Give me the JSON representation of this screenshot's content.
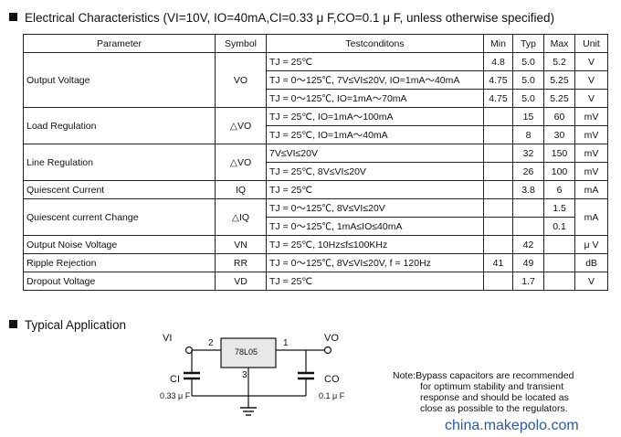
{
  "section1": {
    "title": "Electrical Characteristics (VI=10V, IO=40mA,CI=0.33 μ F,CO=0.1 μ F, unless otherwise specified)"
  },
  "table": {
    "headers": [
      "Parameter",
      "Symbol",
      "Testconditons",
      "Min",
      "Typ",
      "Max",
      "Unit"
    ],
    "groups": [
      {
        "param": "Output Voltage",
        "symbol": "VO",
        "unit": null,
        "rows": [
          {
            "cond": "TJ = 25℃",
            "min": "4.8",
            "typ": "5.0",
            "max": "5.2",
            "unit": "V"
          },
          {
            "cond": "TJ = 0～125℃, 7V≤VI≤20V, IO=1mA～40mA",
            "min": "4.75",
            "typ": "5.0",
            "max": "5.25",
            "unit": "V"
          },
          {
            "cond": "TJ = 0～125℃, IO=1mA～70mA",
            "min": "4.75",
            "typ": "5.0",
            "max": "5.25",
            "unit": "V"
          }
        ]
      },
      {
        "param": "Load Regulation",
        "symbol": "△VO",
        "unit": null,
        "rows": [
          {
            "cond": "TJ = 25℃, IO=1mA～100mA",
            "min": "",
            "typ": "15",
            "max": "60",
            "unit": "mV"
          },
          {
            "cond": "TJ = 25℃, IO=1mA～40mA",
            "min": "",
            "typ": "8",
            "max": "30",
            "unit": "mV"
          }
        ]
      },
      {
        "param": "Line Regulation",
        "symbol": "△VO",
        "unit": null,
        "rows": [
          {
            "cond": "7V≤VI≤20V",
            "min": "",
            "typ": "32",
            "max": "150",
            "unit": "mV"
          },
          {
            "cond": "TJ = 25℃, 8V≤VI≤20V",
            "min": "",
            "typ": "26",
            "max": "100",
            "unit": "mV"
          }
        ]
      },
      {
        "param": "Quiescent Current",
        "symbol": "IQ",
        "unit": null,
        "rows": [
          {
            "cond": "TJ = 25℃",
            "min": "",
            "typ": "3.8",
            "max": "6",
            "unit": "mA"
          }
        ]
      },
      {
        "param": "Quiescent current Change",
        "symbol": "△IQ",
        "unit": "mA",
        "rows": [
          {
            "cond": "TJ = 0～125℃, 8V≤VI≤20V",
            "min": "",
            "typ": "",
            "max": "1.5"
          },
          {
            "cond": "TJ = 0～125℃, 1mA≤IO≤40mA",
            "min": "",
            "typ": "",
            "max": "0.1"
          }
        ]
      },
      {
        "param": "Output Noise Voltage",
        "symbol": "VN",
        "unit": null,
        "rows": [
          {
            "cond": "TJ = 25℃, 10Hz≤f≤100KHz",
            "min": "",
            "typ": "42",
            "max": "",
            "unit": "μ V"
          }
        ]
      },
      {
        "param": "Ripple Rejection",
        "symbol": "RR",
        "unit": null,
        "rows": [
          {
            "cond": "TJ = 0～125℃, 8V≤VI≤20V, f = 120Hz",
            "min": "41",
            "typ": "49",
            "max": "",
            "unit": "dB"
          }
        ]
      },
      {
        "param": "Dropout Voltage",
        "symbol": "VD",
        "unit": null,
        "rows": [
          {
            "cond": "TJ = 25℃",
            "min": "",
            "typ": "1.7",
            "max": "",
            "unit": "V"
          }
        ]
      }
    ]
  },
  "section2": {
    "title": "Typical Application"
  },
  "circuit": {
    "vin": "VI",
    "vout": "VO",
    "ic": "78L05",
    "pin_in": "2",
    "pin_out": "1",
    "pin_gnd": "3",
    "ci_name": "CI",
    "ci_value": "0.33 μ F",
    "co_name": "CO",
    "co_value": "0.1 μ F"
  },
  "note": {
    "lines": [
      "Note:Bypass capacitors are recommended",
      "for optimum stability and transient",
      "response and should be located as",
      "close as possible to the regulators."
    ]
  },
  "watermark": "china.makepolo.com"
}
